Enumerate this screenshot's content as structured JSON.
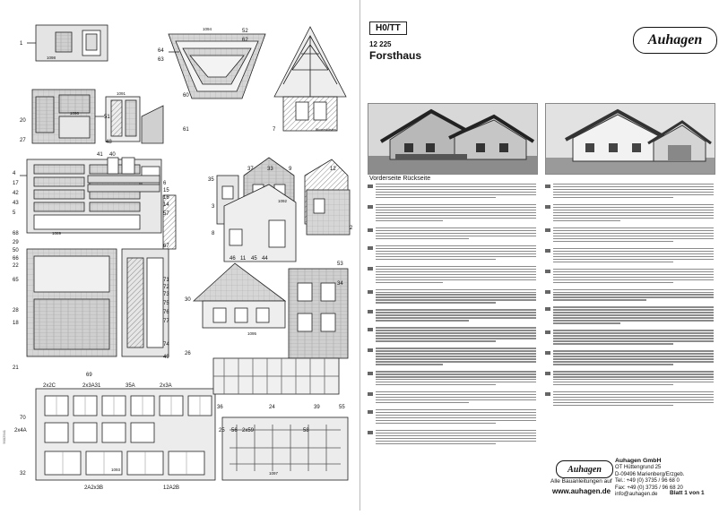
{
  "header": {
    "scale_badge": "H0/TT",
    "article_number": "12 225",
    "product_title": "Forsthaus",
    "brand_logo": "Auhagen"
  },
  "photos": {
    "caption": "Vorderseite Rückseite"
  },
  "part_labels": {
    "left_numbers": [
      "1",
      "20",
      "27",
      "4",
      "17",
      "42",
      "43",
      "5",
      "68",
      "29",
      "50",
      "66",
      "22",
      "65",
      "28",
      "18",
      "21",
      "70",
      "2x4A",
      "32"
    ],
    "center_numbers": [
      "51",
      "48",
      "41",
      "40",
      "6",
      "15",
      "16",
      "14",
      "57",
      "67",
      "71",
      "72",
      "73",
      "75",
      "76",
      "77",
      "74",
      "49",
      "2x2C",
      "2x3A31",
      "35A",
      "2x3A",
      "2A2x3B",
      "12A2B",
      "25",
      "56",
      "2x59"
    ],
    "sprue_codes": [
      "1098",
      "1096",
      "1091",
      "1089",
      "1093"
    ],
    "right_numbers": [
      "64",
      "63",
      "52",
      "62",
      "60",
      "61",
      "7",
      "37",
      "33",
      "9",
      "35",
      "3",
      "8",
      "12",
      "2",
      "46",
      "11",
      "45",
      "44",
      "53",
      "34",
      "30",
      "26",
      "36",
      "24",
      "39",
      "55",
      "58",
      "1097",
      "1095",
      "1094",
      "1092",
      "69"
    ],
    "roof_label": "Blumenkästen"
  },
  "footer": {
    "company_name": "Auhagen GmbH",
    "company_address": [
      "OT Hüttengrund 25",
      "D-09496 Marienberg/Erzgeb.",
      "Tel.: +49 (0) 3735 / 96 68 0",
      "Fax: +49 (0) 3735 / 96 68 20",
      "info@auhagen.de"
    ],
    "small_logo": "Auhagen",
    "info_line": "Alle Bauanleitungen auf",
    "website": "www.auhagen.de",
    "sheet_info": "Blatt 1 von 1",
    "side_code": "9002541"
  },
  "colors": {
    "line": "#222222",
    "sprue_fill": "#c8c8c8",
    "hatch": "#888888",
    "text_gray": "#8a8a8a"
  }
}
